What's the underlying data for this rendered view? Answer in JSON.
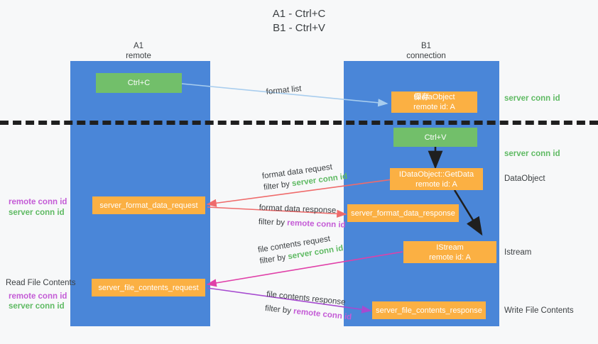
{
  "diagram": {
    "title_line1": "A1 - Ctrl+C",
    "title_line2": "B1 - Ctrl+V",
    "colors": {
      "panel": "#4a86d8",
      "green_node": "#72bf6a",
      "orange_node": "#fbb043",
      "green_text": "#5fba63",
      "purple_text": "#c45bd6",
      "blue_arrow": "#a8cdee",
      "red_arrow": "#ef6b6b",
      "magenta_arrow": "#e040a8",
      "violet_arrow": "#a64ad0",
      "black_arrow": "#1f1f1f",
      "dashed_line": "#1f1f1f"
    },
    "panels": [
      {
        "id": "a1",
        "name": "A1",
        "subtitle": "remote"
      },
      {
        "id": "b1",
        "name": "B1",
        "subtitle": "connection"
      }
    ],
    "nodes": [
      {
        "id": "ctrl-c",
        "line1": "Ctrl+C",
        "line2": "",
        "style": "green"
      },
      {
        "id": "idataobject",
        "line1": "IDataObject",
        "line2": "remote id: A",
        "style": "orange",
        "overlay": "保存"
      },
      {
        "id": "ctrl-v",
        "line1": "Ctrl+V",
        "line2": "",
        "style": "green"
      },
      {
        "id": "idataobject-getdata",
        "line1": "IDataObject::GetData",
        "line2": "remote id: A",
        "style": "orange"
      },
      {
        "id": "server-format-data-request",
        "line1": "server_format_data_request",
        "line2": "",
        "style": "orange"
      },
      {
        "id": "server-format-data-response",
        "line1": "server_format_data_response",
        "line2": "",
        "style": "orange"
      },
      {
        "id": "istream",
        "line1": "IStream",
        "line2": "remote id: A",
        "style": "orange"
      },
      {
        "id": "server-file-contents-request",
        "line1": "server_file_contents_request",
        "line2": "",
        "style": "orange"
      },
      {
        "id": "server-file-contents-response",
        "line1": "server_file_contents_response",
        "line2": "",
        "style": "orange"
      }
    ],
    "edge_labels": {
      "format_list": "format list",
      "format_data_request": "format data request",
      "format_data_request_filter_prefix": "filter by ",
      "format_data_request_filter_key": "server conn id",
      "format_data_response": "format data response",
      "format_data_response_filter_prefix": "filter by ",
      "format_data_response_filter_key": "remote conn id",
      "file_contents_request": "file contents request",
      "file_contents_request_filter_prefix": "filter by ",
      "file_contents_request_filter_key": "server conn id",
      "file_contents_response": "file contents response",
      "file_contents_response_filter_prefix": "filter by ",
      "file_contents_response_filter_key": "remote conn id"
    },
    "right_labels": [
      {
        "id": "server-conn-id-top",
        "text": "server conn id",
        "style": "green"
      },
      {
        "id": "server-conn-id-mid",
        "text": "server conn id",
        "style": "green"
      },
      {
        "id": "dataobject",
        "text": "DataObject",
        "style": "dark"
      },
      {
        "id": "istream-label",
        "text": "Istream",
        "style": "dark"
      },
      {
        "id": "write-file-contents",
        "text": "Write File Contents",
        "style": "dark"
      }
    ],
    "left_labels": [
      {
        "id": "remote-conn-id-upper",
        "text": "remote conn id",
        "style": "purple"
      },
      {
        "id": "server-conn-id-upper",
        "text": "server conn id",
        "style": "green"
      },
      {
        "id": "read-file-contents",
        "text": "Read File Contents",
        "style": "dark"
      },
      {
        "id": "remote-conn-id-lower",
        "text": "remote conn id",
        "style": "purple"
      },
      {
        "id": "server-conn-id-lower",
        "text": "server conn id",
        "style": "green"
      }
    ]
  }
}
